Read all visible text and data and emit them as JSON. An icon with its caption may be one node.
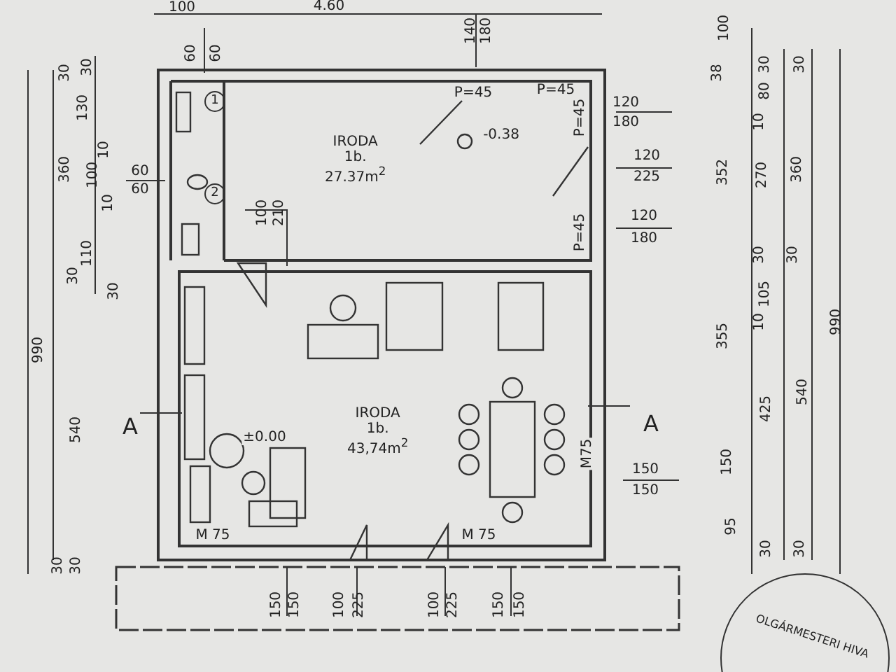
{
  "diagram": {
    "nodes": [
      {
        "text": [
          "IRODA",
          "1b.",
          "27.37m$^{2}$"
        ]
      },
      {
        "text": [
          "IRODA",
          "1b.",
          "43,74m$^{2}$"
        ]
      },
      {
        "text": [
          "1"
        ]
      },
      {
        "text": [
          "2"
        ]
      }
    ],
    "labels": [
      "100",
      "4.60",
      "140",
      "180",
      "100",
      "60",
      "60",
      "30",
      "30",
      "38",
      "30",
      "30",
      "P=45",
      "P=45",
      "80",
      "130",
      "120",
      "P=45",
      "180",
      "10",
      "-0.38",
      "10",
      "120",
      "360",
      "100",
      "60",
      "225",
      "352",
      "270",
      "360",
      "60",
      "10",
      "100",
      "210",
      "120",
      "P=45",
      "180",
      "110",
      "30",
      "30",
      "30",
      "30",
      "105",
      "10",
      "990",
      "355",
      "990",
      "540",
      "425",
      "540",
      "A",
      "±0.00",
      "A",
      "M75",
      "150",
      "150",
      "150",
      "M 75",
      "M 75",
      "95",
      "30",
      "30",
      "30",
      "30",
      "150",
      "150",
      "100",
      "225",
      "100",
      "225",
      "150",
      "150",
      "OLGÁRMESTERI HIVA"
    ]
  }
}
